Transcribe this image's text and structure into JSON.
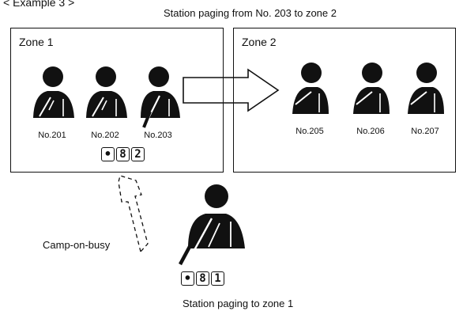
{
  "header": {
    "example_label": "< Example 3 >"
  },
  "captions": {
    "top": "Station paging from No. 203 to zone 2",
    "bottom": "Station paging to zone 1",
    "camp_on_busy": "Camp-on-busy"
  },
  "zone1": {
    "title": "Zone 1",
    "stations": [
      "No.201",
      "No.202",
      "No.203"
    ],
    "keys": [
      "•",
      "8",
      "2"
    ]
  },
  "zone2": {
    "title": "Zone 2",
    "stations": [
      "No.205",
      "No.206",
      "No.207"
    ]
  },
  "caller": {
    "keys": [
      "•",
      "8",
      "1"
    ]
  }
}
